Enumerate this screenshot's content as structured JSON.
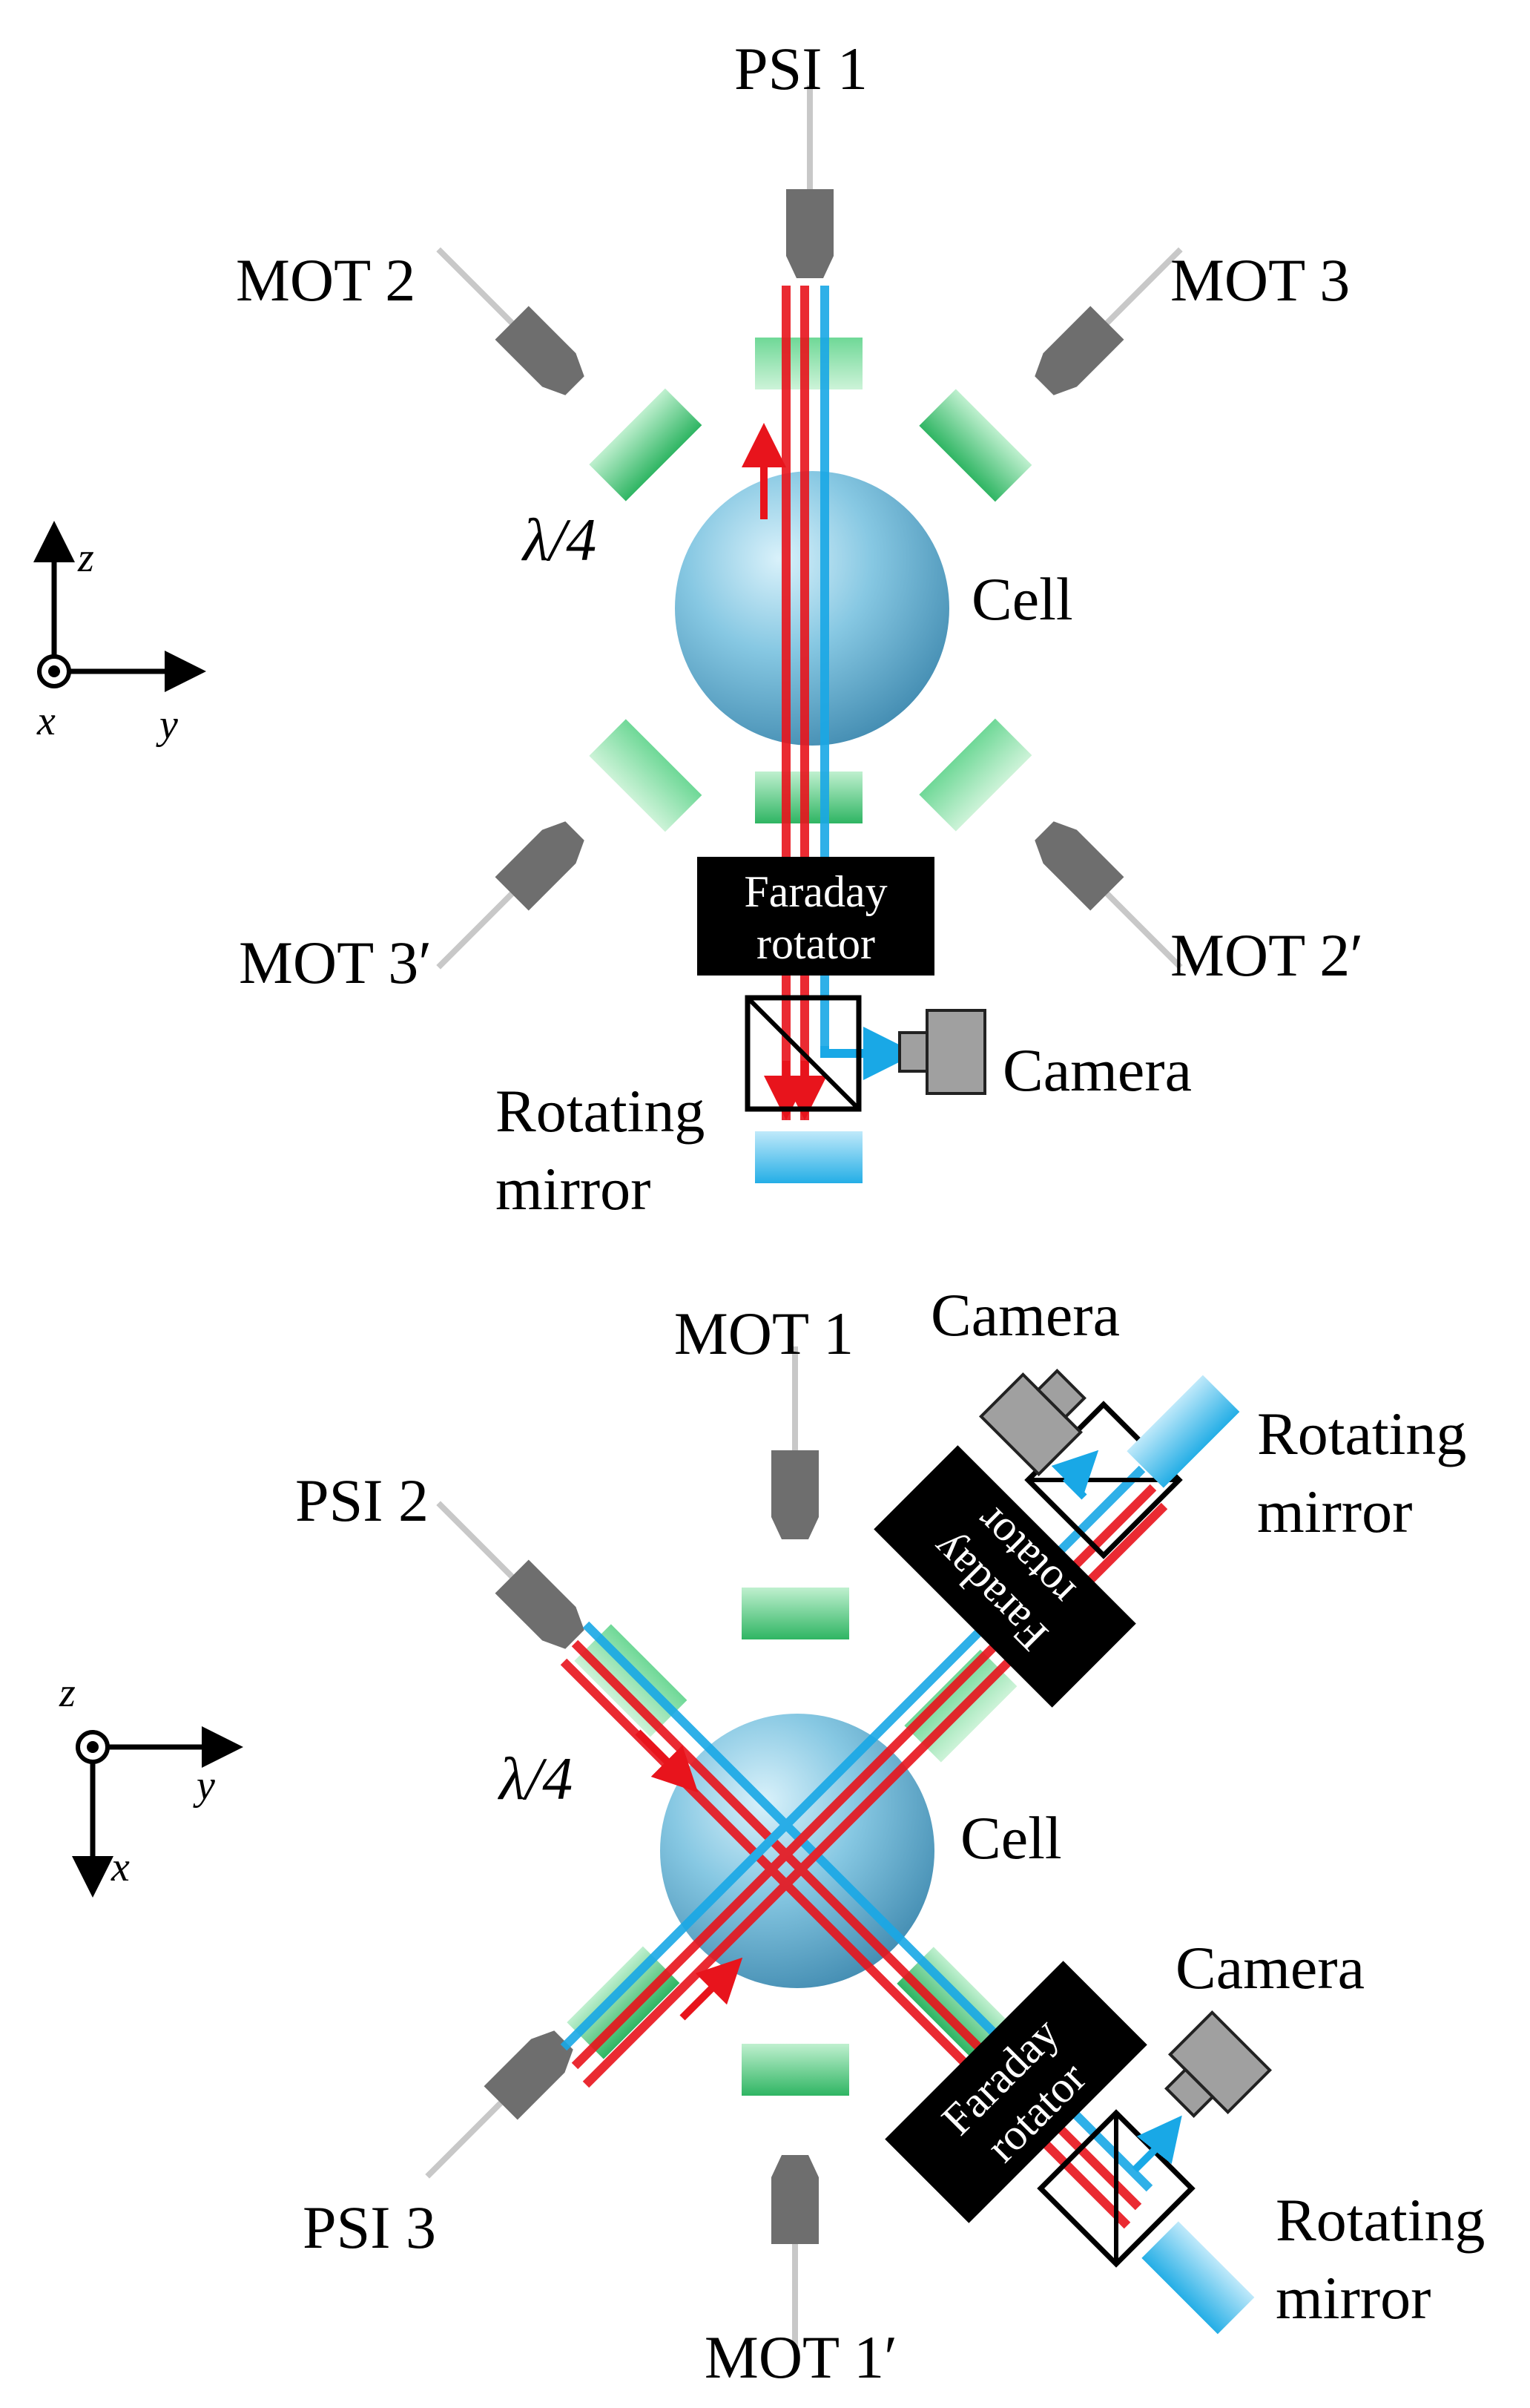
{
  "top_panel": {
    "labels": {
      "psi1": "PSI 1",
      "mot2": "MOT 2",
      "mot3": "MOT 3",
      "mot3p": "MOT 3′",
      "mot2p": "MOT 2′",
      "cell": "Cell",
      "camera": "Camera",
      "rotating_mirror_l1": "Rotating",
      "rotating_mirror_l2": "mirror",
      "waveplate": "λ/4"
    },
    "faraday": {
      "line1": "Faraday",
      "line2": "rotator"
    },
    "axes": {
      "up": "z",
      "right": "y",
      "out": "x"
    }
  },
  "bottom_panel": {
    "labels": {
      "mot1": "MOT 1",
      "mot1p": "MOT 1′",
      "psi2": "PSI 2",
      "psi3": "PSI 3",
      "cell": "Cell",
      "camera_upper": "Camera",
      "camera_lower": "Camera",
      "rotating_mirror_upper_l1": "Rotating",
      "rotating_mirror_upper_l2": "mirror",
      "rotating_mirror_lower_l1": "Rotating",
      "rotating_mirror_lower_l2": "mirror",
      "waveplate": "λ/4"
    },
    "faraday_upper": {
      "line1": "Faraday",
      "line2": "rotator"
    },
    "faraday_lower": {
      "line1": "Faraday",
      "line2": "rotator"
    },
    "axes": {
      "up": "z",
      "right": "y",
      "down": "x"
    }
  },
  "colors": {
    "red_beam": "#e8141c",
    "blue_beam": "#19a8e6",
    "waveplate": "#3fc06a",
    "cell": "#4aa6cc",
    "fiber": "#707070",
    "mirror": "#29b6ea"
  }
}
